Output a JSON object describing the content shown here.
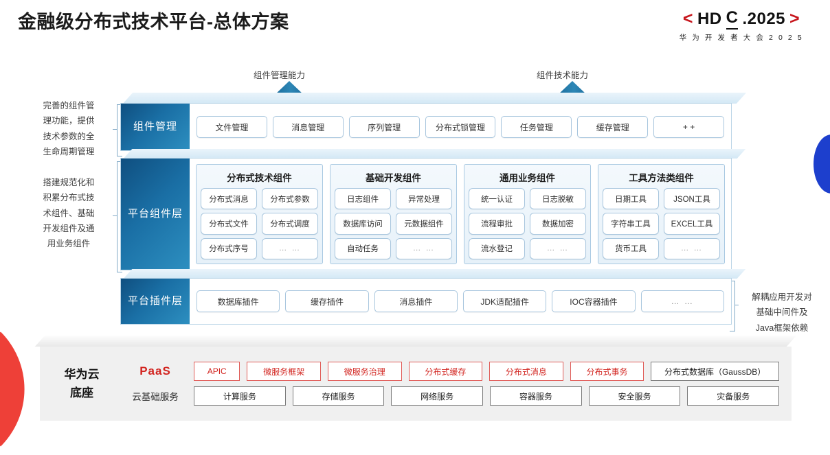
{
  "header": {
    "title": "金融级分布式技术平台-总体方案",
    "logo": {
      "bracket_left": "<",
      "text_h": "HD",
      "text_c": "C",
      "text_rest": ".2025",
      "bracket_right": ">",
      "subtitle": "华 为 开 发 者 大 会 2 0 2 5"
    }
  },
  "arrows": {
    "left_label": "组件管理能力",
    "right_label": "组件技术能力"
  },
  "notes": {
    "left_top": "完善的组件管\n理功能，提供\n技术参数的全\n生命周期管理",
    "left_middle": "搭建规范化和\n积累分布式技\n术组件、基础\n开发组件及通\n用业务组件",
    "right_bottom": "解耦应用开发对\n基础中间件及\nJava框架依赖"
  },
  "layers": {
    "component_management": {
      "tab_line1": "组件",
      "tab_line2": "管理",
      "items": [
        "文件管理",
        "消息管理",
        "序列管理",
        "分布式锁管理",
        "任务管理",
        "缓存管理",
        "+ +"
      ]
    },
    "platform_component": {
      "tab_line1": "平台",
      "tab_line2": "组件层",
      "groups": [
        {
          "title": "分布式技术组件",
          "cells": [
            "分布式消息",
            "分布式参数",
            "分布式文件",
            "分布式调度",
            "分布式序号",
            "… …"
          ]
        },
        {
          "title": "基础开发组件",
          "cells": [
            "日志组件",
            "异常处理",
            "数据库访问",
            "元数据组件",
            "自动任务",
            "… …"
          ]
        },
        {
          "title": "通用业务组件",
          "cells": [
            "统一认证",
            "日志脱敏",
            "流程审批",
            "数据加密",
            "流水登记",
            "… …"
          ]
        },
        {
          "title": "工具方法类组件",
          "cells": [
            "日期工具",
            "JSON工具",
            "字符串工具",
            "EXCEL工具",
            "货币工具",
            "… …"
          ]
        }
      ]
    },
    "platform_plugin": {
      "tab_line1": "平台",
      "tab_line2": "插件层",
      "items": [
        "数据库插件",
        "缓存插件",
        "消息插件",
        "JDK适配插件",
        "IOC容器插件",
        "… …"
      ]
    }
  },
  "base": {
    "title_line1": "华为云",
    "title_line2": "底座",
    "paas_label": "PaaS",
    "cloud_label": "云基础服务",
    "paas_items": [
      {
        "text": "APIC",
        "style": "red"
      },
      {
        "text": "微服务框架",
        "style": "red"
      },
      {
        "text": "微服务治理",
        "style": "red"
      },
      {
        "text": "分布式缓存",
        "style": "red"
      },
      {
        "text": "分布式消息",
        "style": "red"
      },
      {
        "text": "分布式事务",
        "style": "red"
      },
      {
        "text": "分布式数据库（GaussDB）",
        "style": "gray"
      }
    ],
    "cloud_items": [
      "计算服务",
      "存储服务",
      "网络服务",
      "容器服务",
      "安全服务",
      "灾备服务"
    ]
  },
  "colors": {
    "brand_red": "#d2241f",
    "logo_red": "#c7161d",
    "panel_blue": "#1a6fa5",
    "arrow_blue": "#2b7fae",
    "accent_blue_dot": "#1d3fcd",
    "wedge_red": "#ee4038"
  }
}
